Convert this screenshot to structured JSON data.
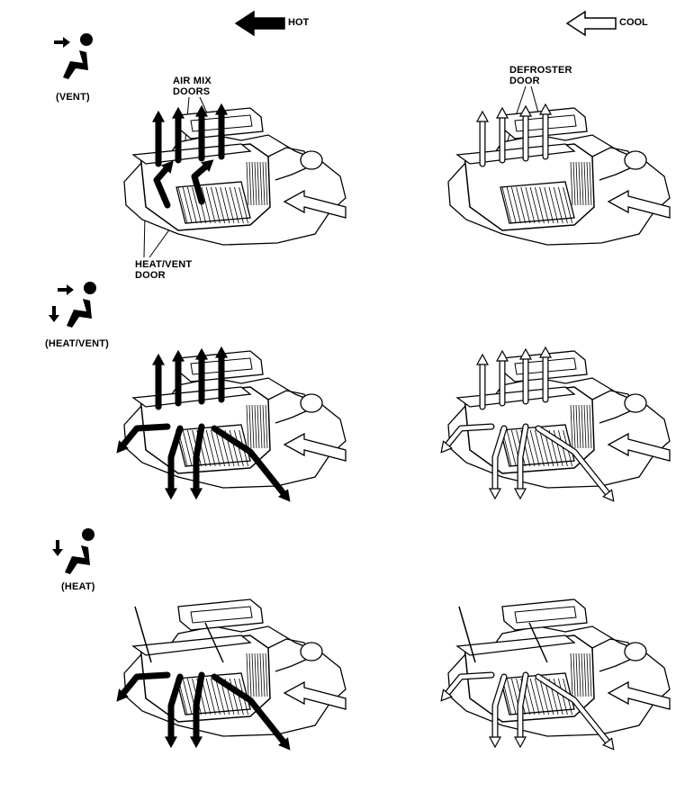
{
  "legend": {
    "hot_label": "HOT",
    "cool_label": "COOL"
  },
  "modes": [
    {
      "id": "vent",
      "label": "(VENT)"
    },
    {
      "id": "heat-vent",
      "label": "(HEAT/VENT)"
    },
    {
      "id": "heat",
      "label": "(HEAT)"
    }
  ],
  "callouts": {
    "air_mix_doors": [
      "AIR MIX",
      "DOORS"
    ],
    "defroster_door": [
      "DEFROSTER",
      "DOOR"
    ],
    "heat_vent_door": [
      "HEAT/VENT",
      "DOOR"
    ]
  },
  "colors": {
    "hot_flow": "#000000",
    "cool_flow": "#ffffff",
    "outline": "#000000"
  },
  "icons": {
    "mode_icon": "seated-person-icon",
    "flow_arrow": "airflow-arrow-icon"
  }
}
